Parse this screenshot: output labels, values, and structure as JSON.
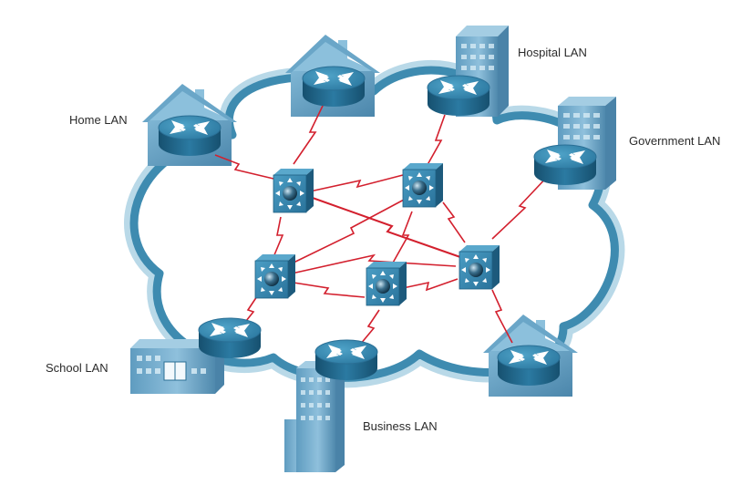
{
  "labels": {
    "home": "Home LAN",
    "hospital": "Hospital LAN",
    "government": "Government LAN",
    "school": "School LAN",
    "business": "Business LAN"
  },
  "colors": {
    "cloud_fill": "#ffffff",
    "cloud_outline": "#3e8bb0",
    "cloud_outline_light": "#b9d9e8",
    "router_top": "#3f8fb5",
    "router_side": "#1f5f82",
    "switch_face": "#3d8cb2",
    "switch_side": "#1e5c7e",
    "building": "#7fb3d1",
    "building_dark": "#5a94b8",
    "link": "#d3202e"
  },
  "icons": {
    "router": "router-icon",
    "switch": "multilayer-switch-icon",
    "house": "house-icon",
    "building": "building-icon",
    "serial_link": "serial-link-icon"
  }
}
